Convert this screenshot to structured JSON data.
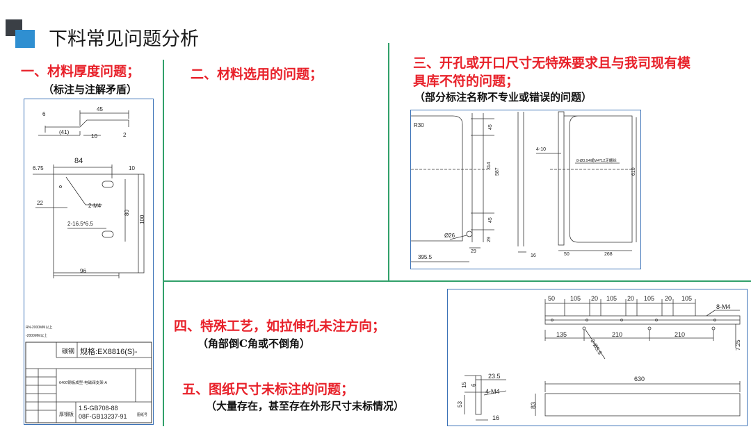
{
  "header": {
    "title": "下料常见问题分析",
    "accent_dark": "#3a3f45",
    "accent_blue": "#2f8fd1"
  },
  "colors": {
    "problem_title": "#e8212a",
    "divider": "#31a06a",
    "frame": "#3b72b7"
  },
  "sections": {
    "s1": {
      "title": "一、材料厚度问题；",
      "note": "（标注与注解矛盾）"
    },
    "s2": {
      "title": "二、材料选用的问题；"
    },
    "s3": {
      "title_line1": "三、开孔或开口尺寸无特殊要求且与我司现有模",
      "title_line2": "具库不符的问题；",
      "note": "（部分标注名称不专业或错误的问题）"
    },
    "s4": {
      "title": "四、特殊工艺，如拉伸孔未注方向；",
      "note": "（角部倒C角或不倒角）"
    },
    "s5": {
      "title": "五、图纸尺寸未标注的问题；",
      "note": "（大量存在，甚至存在外形尺寸未标情况）"
    }
  },
  "drawing1": {
    "dims": [
      "6",
      "45",
      "(41)",
      "10",
      "2",
      "84",
      "6.75",
      "10",
      "22",
      "2-M4",
      "80",
      "100",
      "2-16.5*6.5",
      "96"
    ],
    "side_notes": [
      "RN-2000MM以上",
      "-2000MM以上"
    ],
    "title_block": {
      "label": "碳钢",
      "drawing_no": "规格:EX8816(S)-",
      "part_name": "6400钢板成型-电磁阀支架-A",
      "std1": "1.5-GB708-88",
      "std2": "08F-GB13237-91",
      "cell_label": "厚钢板",
      "stamp": "图纸号"
    }
  },
  "drawing3": {
    "dims": [
      "R30",
      "45",
      "314",
      "587",
      "45",
      "29",
      "Ø26",
      "29",
      "395.5",
      "16",
      "4-10",
      "8-Ø3.94或M4*12牙螺丝",
      "610",
      "50",
      "268"
    ]
  },
  "drawing4": {
    "dims": [
      "50",
      "105",
      "20",
      "105",
      "20",
      "105",
      "20",
      "105",
      "8-M4",
      "135",
      "210",
      "210",
      "3-Ø5.5",
      "7.25",
      "23.5",
      "15",
      "6",
      "4-M4",
      "53",
      "16",
      "630",
      "83"
    ]
  }
}
